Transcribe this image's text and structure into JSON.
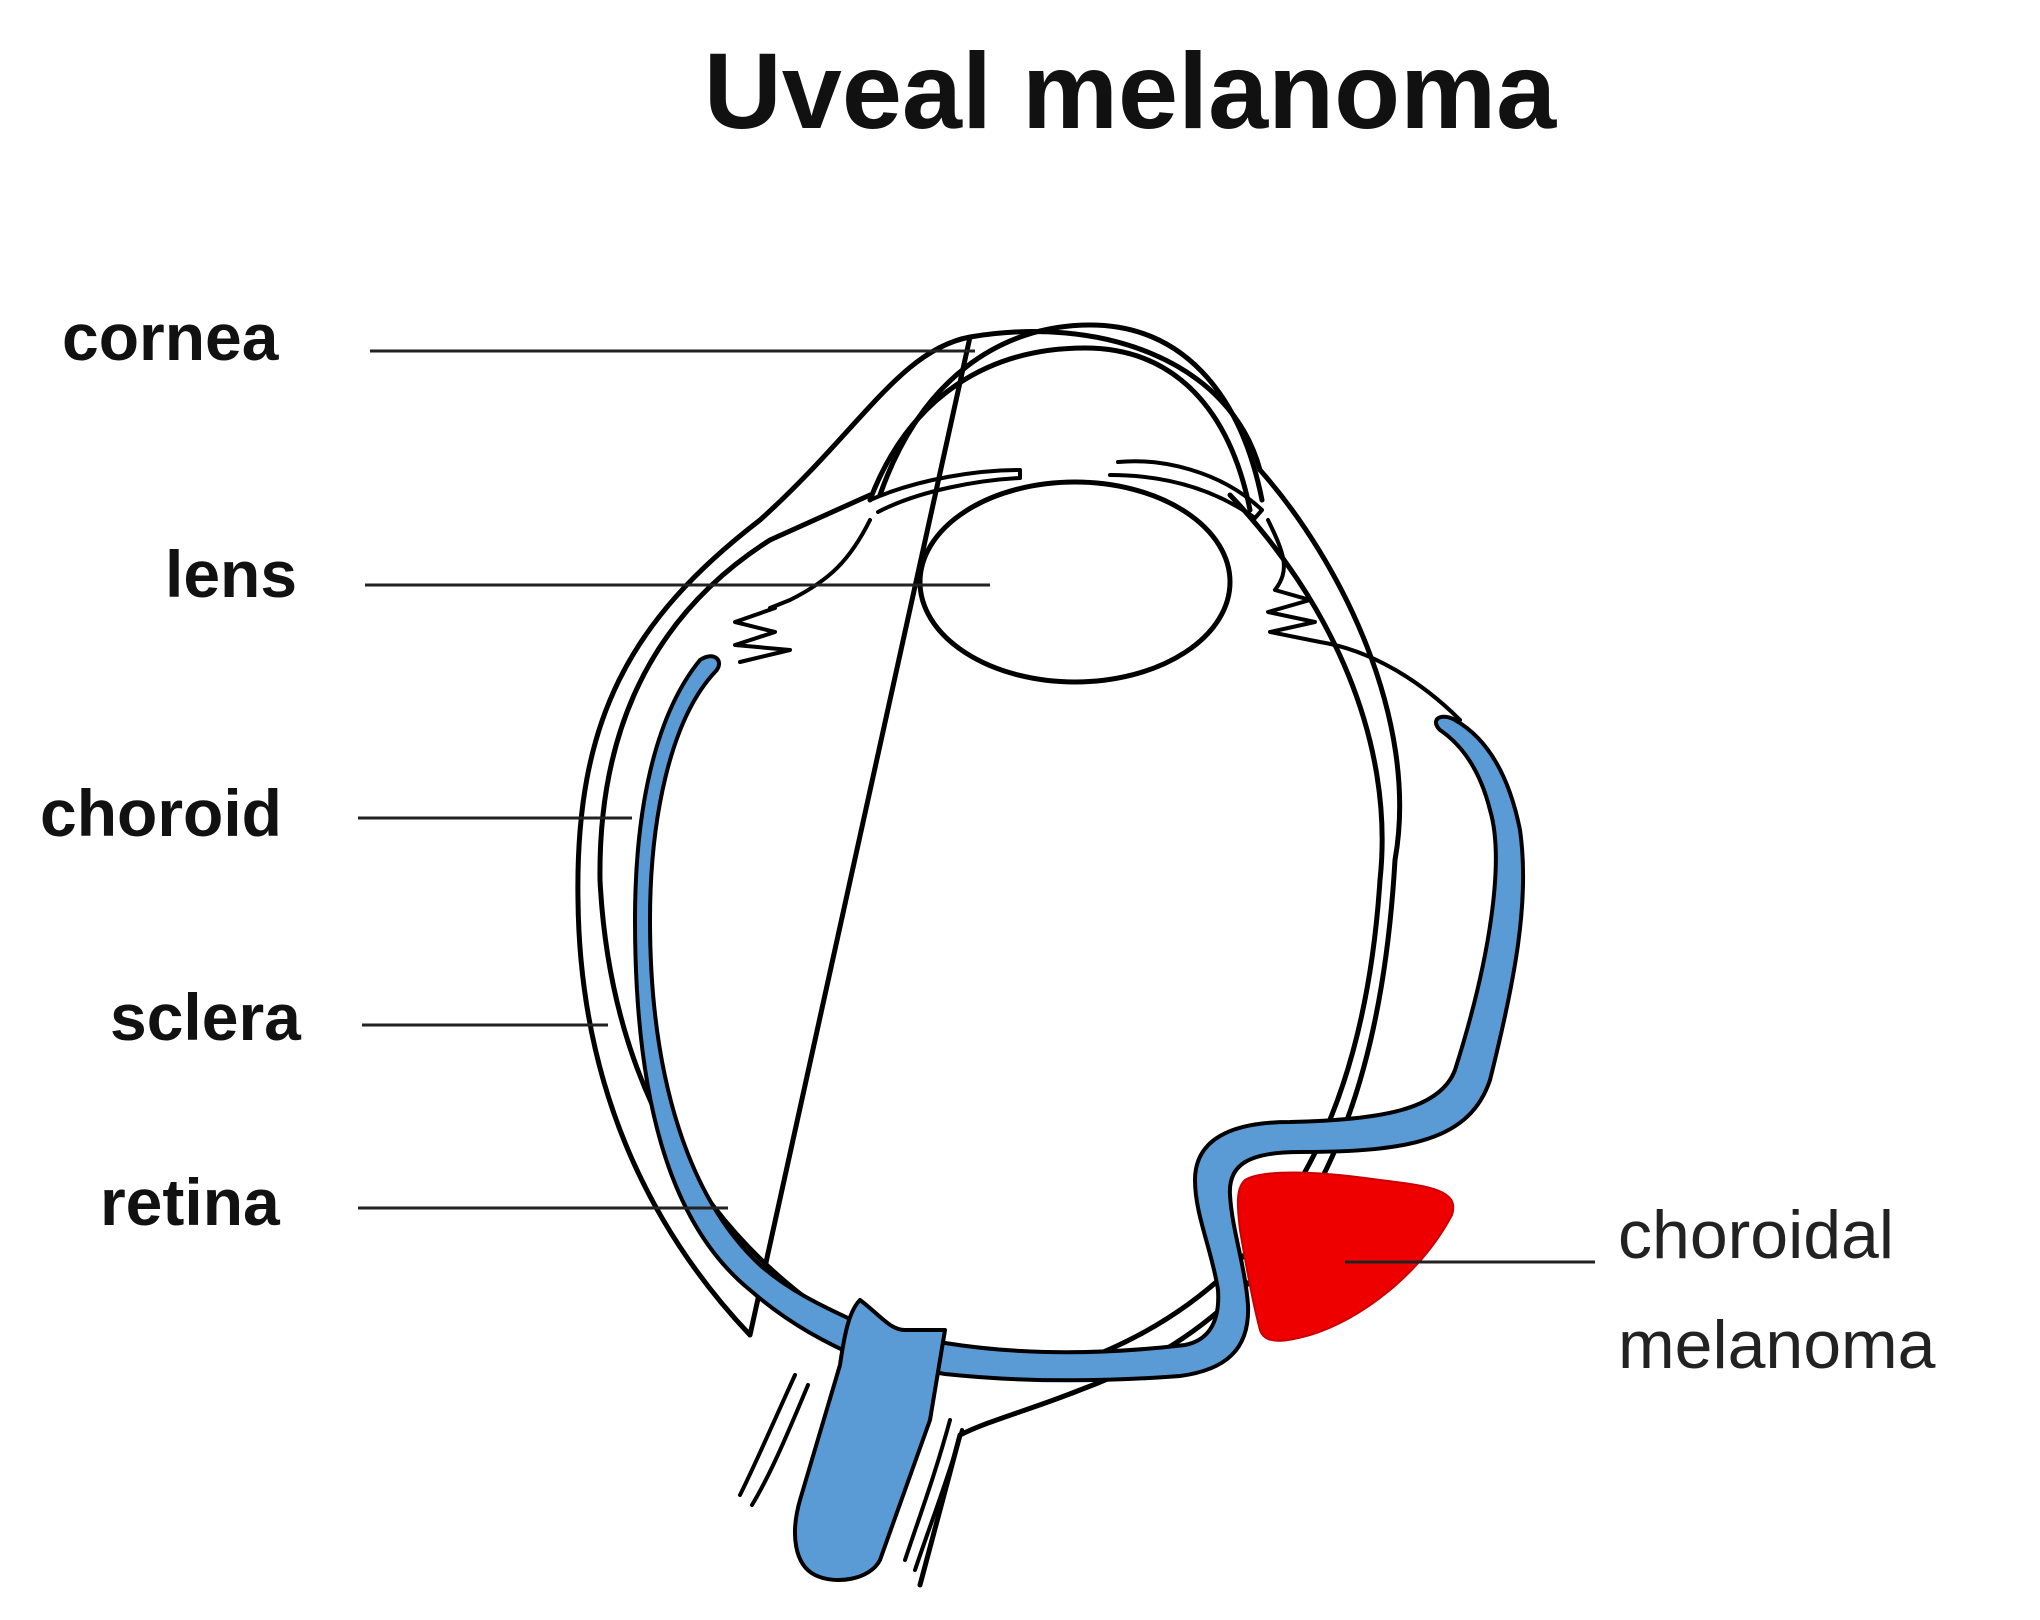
{
  "title": "Uveal melanoma",
  "labels": {
    "cornea": "cornea",
    "lens": "lens",
    "choroid": "choroid",
    "sclera": "sclera",
    "retina": "retina",
    "tumor_line1": "choroidal",
    "tumor_line2": "melanoma"
  },
  "colors": {
    "retina": "#5b9bd5",
    "melanoma": "#ee0000",
    "outline": "#000000",
    "background": "#ffffff"
  }
}
